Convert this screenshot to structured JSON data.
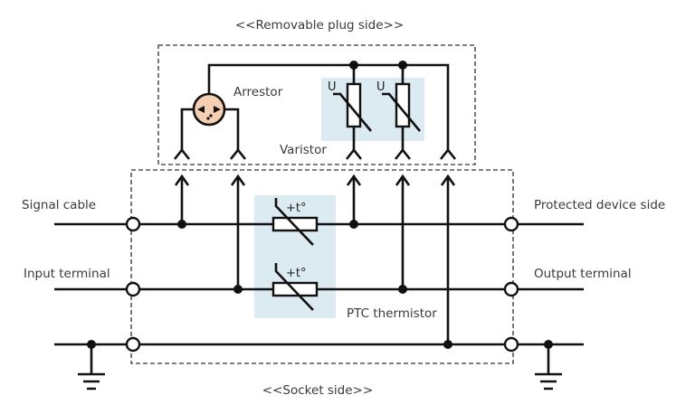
{
  "diagram": {
    "type": "circuit-schematic",
    "subject": "Surge protector with removable plug and socket",
    "sections": {
      "plug": "<<Removable plug side>>",
      "socket": "<<Socket side>>"
    },
    "labels": {
      "signal_cable": "Signal cable",
      "input_terminal": "Input terminal",
      "protected_device_side": "Protected device side",
      "output_terminal": "Output terminal",
      "arrestor": "Arrestor",
      "varistor": "Varistor",
      "ptc_thermistor": "PTC thermistor"
    },
    "symbols": {
      "varistor_mark": "U",
      "ptc_mark": "+t°"
    },
    "colors": {
      "wire": "#111111",
      "arrestor_fill": "#f6cfb3",
      "highlight_fill": "#dceaf2",
      "dashed_border": "#555555"
    },
    "components": [
      {
        "id": "arrestor",
        "type": "gas discharge arrestor",
        "count": 1
      },
      {
        "id": "varistor",
        "type": "varistor",
        "count": 2
      },
      {
        "id": "ptc",
        "type": "PTC thermistor",
        "count": 2
      },
      {
        "id": "ground",
        "type": "earth ground",
        "count": 2
      }
    ],
    "lines": [
      "signal",
      "input",
      "ground"
    ]
  }
}
